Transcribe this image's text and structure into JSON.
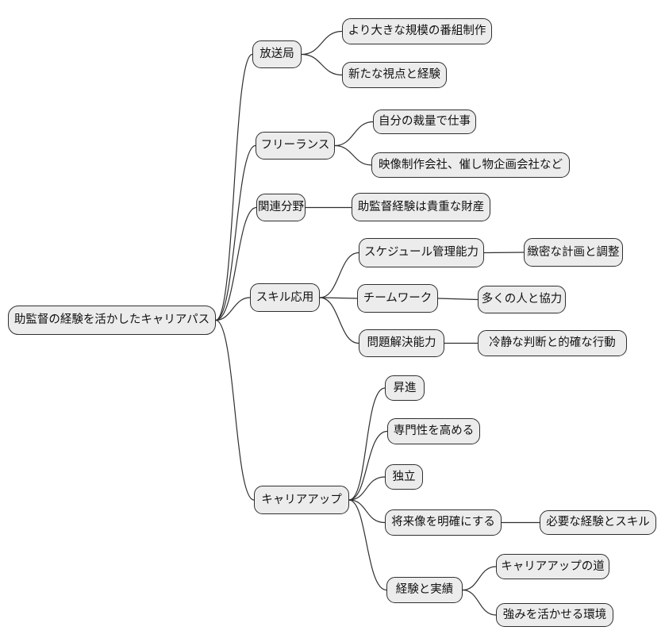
{
  "colors": {
    "background": "#ffffff",
    "node_fill": "#ececec",
    "node_border": "#2f2f2f",
    "link_stroke": "#2f2f2f",
    "text": "#111111"
  },
  "mindmap": {
    "type": "mindmap",
    "root": {
      "label": "助監督の経験を活かしたキャリアパス",
      "children": [
        {
          "label": "放送局",
          "children": [
            {
              "label": "より大きな規模の番組制作"
            },
            {
              "label": "新たな視点と経験"
            }
          ]
        },
        {
          "label": "フリーランス",
          "children": [
            {
              "label": "自分の裁量で仕事"
            },
            {
              "label": "映像制作会社、催し物企画会社など"
            }
          ]
        },
        {
          "label": "関連分野",
          "children": [
            {
              "label": "助監督経験は貴重な財産"
            }
          ]
        },
        {
          "label": "スキル応用",
          "children": [
            {
              "label": "スケジュール管理能力",
              "children": [
                {
                  "label": "緻密な計画と調整"
                }
              ]
            },
            {
              "label": "チームワーク",
              "children": [
                {
                  "label": "多くの人と協力"
                }
              ]
            },
            {
              "label": "問題解決能力",
              "children": [
                {
                  "label": "冷静な判断と的確な行動"
                }
              ]
            }
          ]
        },
        {
          "label": "キャリアアップ",
          "children": [
            {
              "label": "昇進"
            },
            {
              "label": "専門性を高める"
            },
            {
              "label": "独立"
            },
            {
              "label": "将来像を明確にする",
              "children": [
                {
                  "label": "必要な経験とスキル"
                }
              ]
            },
            {
              "label": "経験と実績",
              "children": [
                {
                  "label": "キャリアアップの道"
                },
                {
                  "label": "強みを活かせる環境"
                }
              ]
            }
          ]
        }
      ]
    }
  }
}
